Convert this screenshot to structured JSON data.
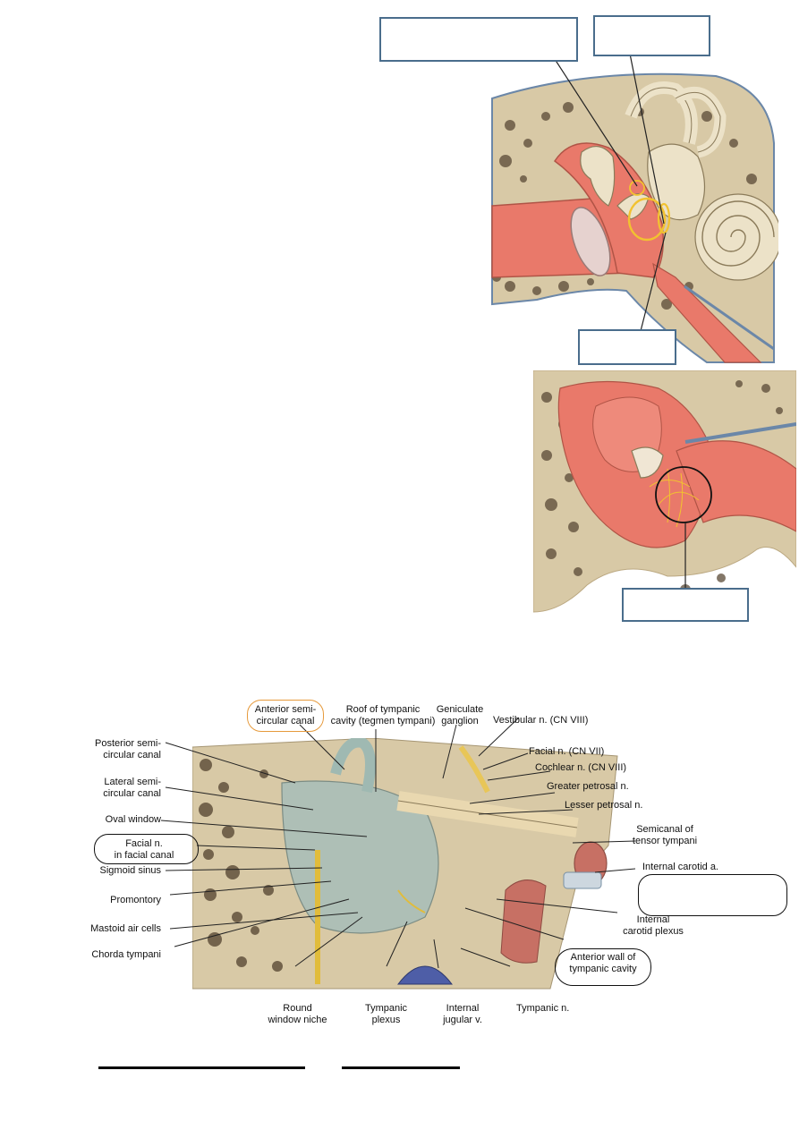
{
  "colors": {
    "box_border": "#4a6d8c",
    "highlight_yellow": "#f2c230",
    "highlight_orange": "#e69a3c",
    "mucosa": "#e9796a",
    "bone": "#d8c9a6"
  },
  "figure": {
    "labels": {
      "anterior_semicircular_canal": "Anterior semi-\ncircular canal",
      "roof_of_tympanic_cavity": "Roof of tympanic\ncavity (tegmen tympani)",
      "geniculate_ganglion": "Geniculate\nganglion",
      "vestibular_n": "Vestibular n. (CN VIII)",
      "posterior_semicircular_canal": "Posterior semi-\ncircular canal",
      "facial_n_cn7": "Facial n. (CN VII)",
      "cochlear_n": "Cochlear n. (CN VIII)",
      "lateral_semicircular_canal": "Lateral semi-\ncircular canal",
      "greater_petrosal_n": "Greater petrosal n.",
      "lesser_petrosal_n": "Lesser petrosal n.",
      "oval_window": "Oval window",
      "semicanal_tensor_tympani": "Semicanal of\ntensor tympani",
      "facial_n_in_canal": "Facial n.\nin facial canal",
      "sigmoid_sinus": "Sigmoid sinus",
      "internal_carotid_a": "Internal carotid a.",
      "promontory": "Promontory",
      "internal_carotid_plexus": "Internal\ncarotid plexus",
      "mastoid_air_cells": "Mastoid air cells",
      "anterior_wall": "Anterior wall of\ntympanic cavity",
      "chorda_tympani": "Chorda tympani",
      "round_window_niche": "Round\nwindow niche",
      "tympanic_plexus": "Tympanic\nplexus",
      "internal_jugular_v": "Internal\njugular v.",
      "tympanic_n": "Tympanic n."
    }
  }
}
